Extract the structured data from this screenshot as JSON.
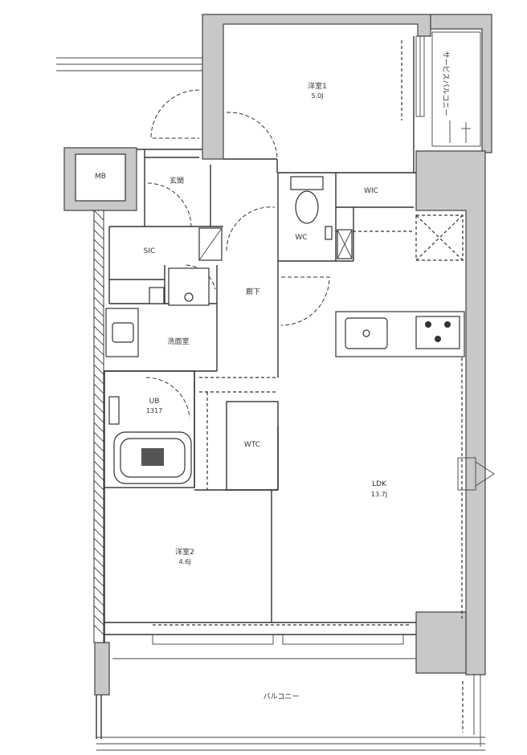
{
  "rooms": {
    "bedroom1": {
      "name": "洋室1",
      "size": "5.0J"
    },
    "bedroom2": {
      "name": "洋室2",
      "size": "4.6J"
    },
    "ldk": {
      "name": "LDK",
      "size": "13.7J"
    },
    "bath": {
      "name": "UB",
      "size": "1317"
    },
    "entrance": {
      "name": "玄関"
    },
    "sic": {
      "name": "SIC"
    },
    "washroom": {
      "name": "洗面室"
    },
    "hallway": {
      "name": "廊下"
    },
    "toilet": {
      "name": "WC"
    },
    "wic_upper": {
      "name": "WIC"
    },
    "wtc": {
      "name": "WTC"
    },
    "mb": {
      "name": "MB"
    },
    "balcony": {
      "name": "バルコニー"
    },
    "service_balcony": {
      "name": "サービスバルコニー"
    }
  }
}
